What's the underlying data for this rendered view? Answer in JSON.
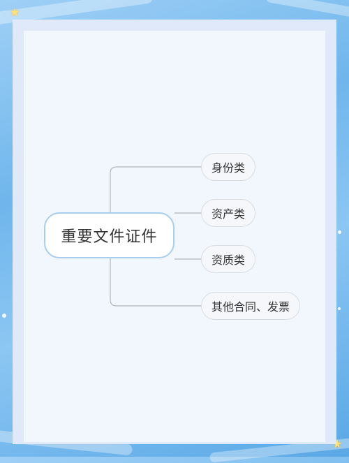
{
  "diagram": {
    "type": "mind-map",
    "root": {
      "label": "重要文件证件"
    },
    "branches": [
      {
        "label": "身份类"
      },
      {
        "label": "资产类"
      },
      {
        "label": "资质类"
      },
      {
        "label": "其他合同、发票"
      }
    ]
  },
  "decorations": {
    "star_icon": "star-icon",
    "colors": {
      "background": "#7bbdf0",
      "frame": "#dfe9fa",
      "card": "#f2f6fd",
      "root_border": "#a9cdee",
      "connector": "#b0b6bf"
    }
  }
}
